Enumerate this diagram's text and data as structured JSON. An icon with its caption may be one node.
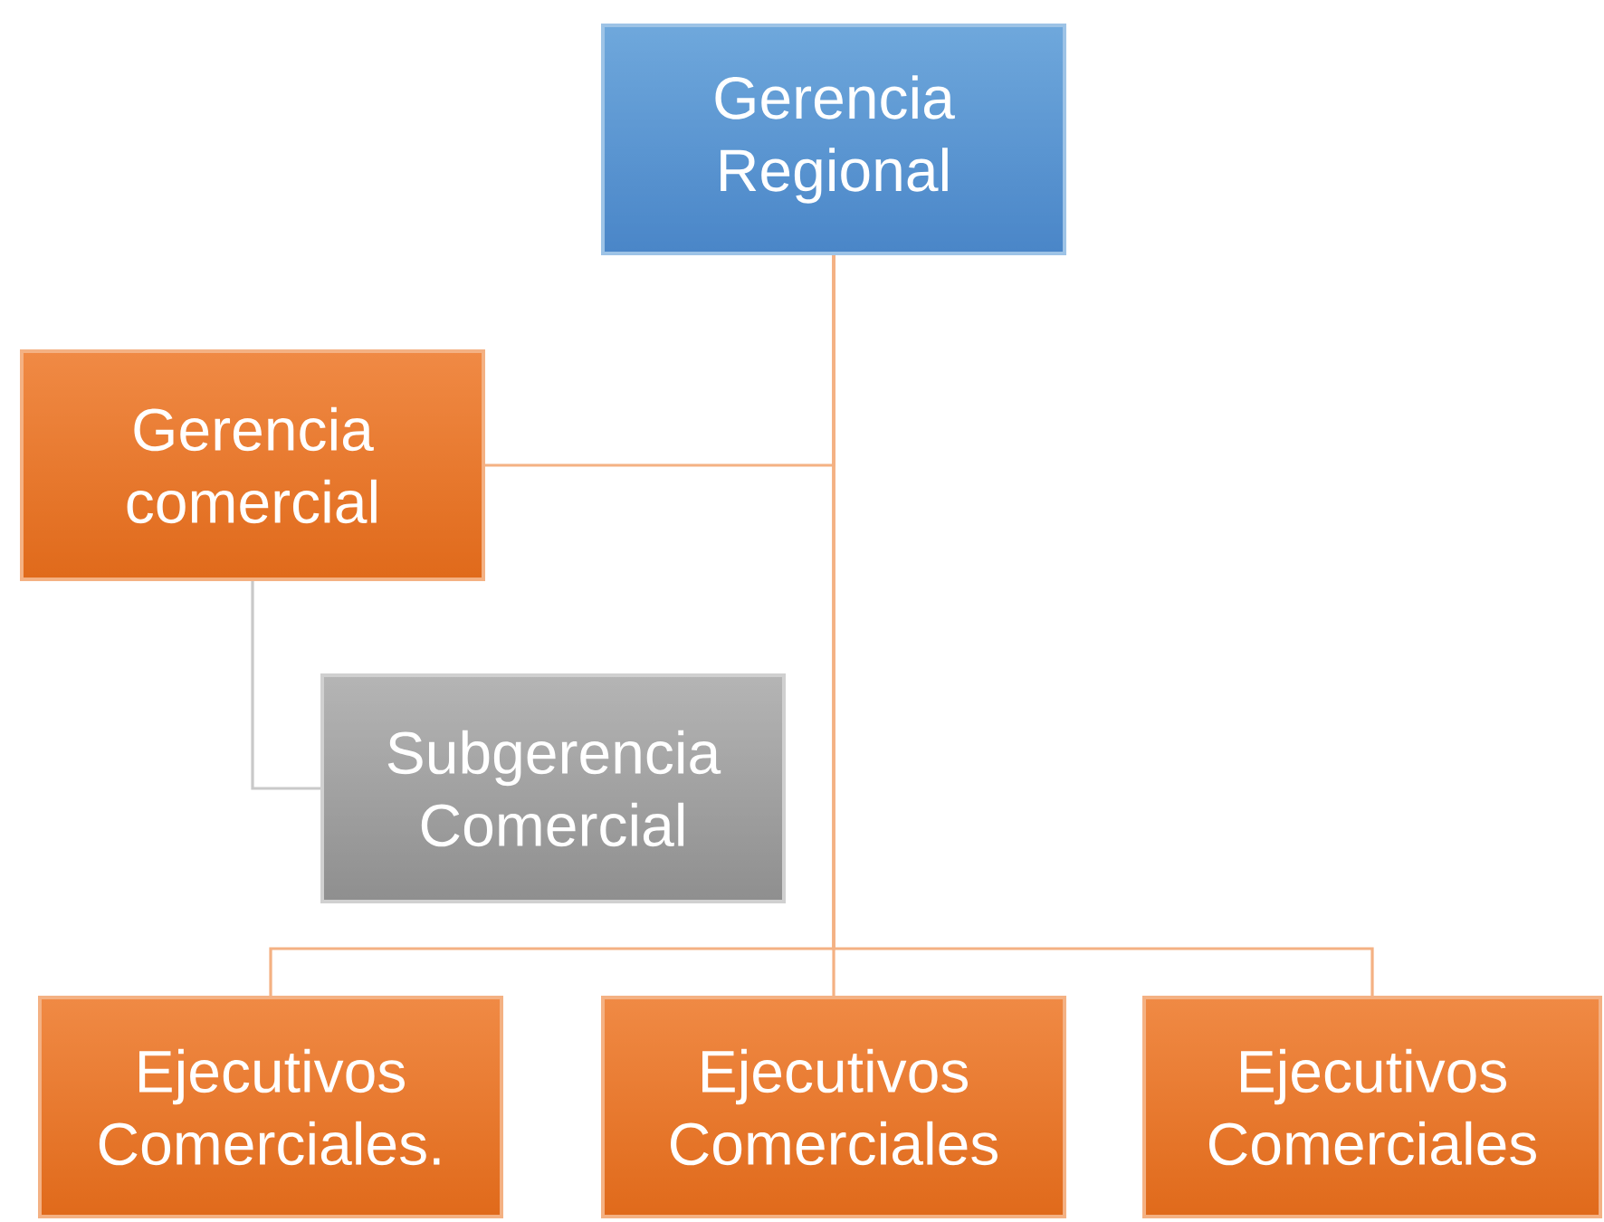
{
  "diagram": {
    "nodes": [
      {
        "text": [
          "Gerencia Regional"
        ]
      },
      {
        "text": [
          "Gerencia comercial"
        ]
      },
      {
        "text": [
          "Subgerencia Comercial"
        ]
      },
      {
        "text": [
          "Ejecutivos Comerciales."
        ]
      },
      {
        "text": [
          "Ejecutivos Comerciales"
        ]
      },
      {
        "text": [
          "Ejecutivos Comerciales"
        ]
      }
    ],
    "edges": [
      {
        "from": 0,
        "to": 1,
        "arrow": "none"
      },
      {
        "from": 1,
        "to": 2,
        "arrow": "none",
        "color": "#c9c9c9"
      },
      {
        "from": 0,
        "to": 3,
        "arrow": "none"
      },
      {
        "from": 0,
        "to": 4,
        "arrow": "none"
      },
      {
        "from": 0,
        "to": 5,
        "arrow": "none"
      }
    ]
  }
}
